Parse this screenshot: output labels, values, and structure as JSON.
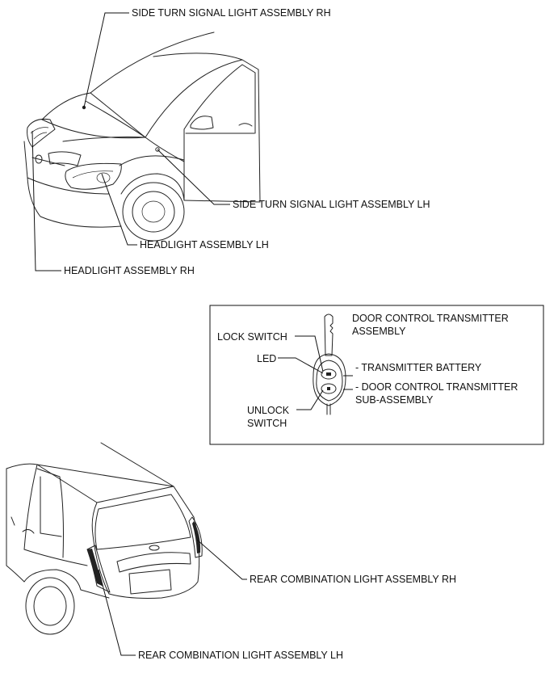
{
  "labels": {
    "side_turn_rh": "SIDE TURN SIGNAL LIGHT ASSEMBLY RH",
    "side_turn_lh": "SIDE TURN SIGNAL LIGHT ASSEMBLY LH",
    "headlight_lh": "HEADLIGHT ASSEMBLY LH",
    "headlight_rh": "HEADLIGHT ASSEMBLY RH",
    "rear_combo_rh": "REAR COMBINATION LIGHT ASSEMBLY RH",
    "rear_combo_lh": "REAR COMBINATION LIGHT ASSEMBLY LH"
  },
  "transmitter_box": {
    "title_line1": "DOOR CONTROL TRANSMITTER",
    "title_line2": "ASSEMBLY",
    "lock_switch": "LOCK SWITCH",
    "led": "LED",
    "battery": "- TRANSMITTER BATTERY",
    "sub_line1": "- DOOR CONTROL TRANSMITTER",
    "sub_line2": "SUB-ASSEMBLY",
    "unlock_line1": "UNLOCK",
    "unlock_line2": "SWITCH"
  }
}
